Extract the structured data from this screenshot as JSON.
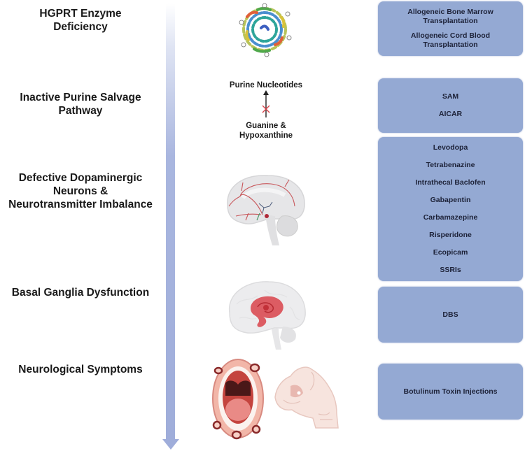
{
  "stages": [
    {
      "label": "HGPRT Enzyme Deficiency",
      "line1": "HGPRT Enzyme",
      "line2": "Deficiency"
    },
    {
      "label": "Inactive Purine Salvage Pathway",
      "line1": "Inactive Purine Salvage",
      "line2": "Pathway"
    },
    {
      "label": "Defective Dopaminergic Neurons & Neurotransmitter Imbalance",
      "line1": "Defective Dopaminergic",
      "line2": "Neurons &",
      "line3": "Neurotransmitter Imbalance"
    },
    {
      "label": "Basal Ganglia Dysfunction",
      "line1": "Basal Ganglia Dysfunction"
    },
    {
      "label": "Neurological Symptoms",
      "line1": "Neurological Symptoms"
    }
  ],
  "pathway": {
    "product": "Purine Nucleotides",
    "substrate_line1": "Guanine &",
    "substrate_line2": "Hypoxanthine",
    "blocked_icon": "x-mark-icon"
  },
  "illustrations": {
    "enzyme": "hgprt-protein-structure-icon",
    "dopamine": "brain-dopaminergic-pathways-icon",
    "basal_ganglia": "brain-basal-ganglia-icon",
    "symptoms": [
      "mouth-self-injury-icon",
      "dystonic-hand-icon"
    ]
  },
  "treatments": [
    {
      "items": [
        "Allogeneic Bone Marrow Transplantation",
        "Allogeneic Cord Blood Transplantation"
      ],
      "lines": [
        [
          "Allogeneic Bone Marrow",
          "Transplantation"
        ],
        [
          "Allogeneic Cord Blood",
          "Transplantation"
        ]
      ]
    },
    {
      "items": [
        "SAM",
        "AICAR"
      ]
    },
    {
      "items": [
        "Levodopa",
        "Tetrabenazine",
        "Intrathecal Baclofen",
        "Gabapentin",
        "Carbamazepine",
        "Risperidone",
        "Ecopicam",
        "SSRIs"
      ]
    },
    {
      "items": [
        "DBS"
      ]
    },
    {
      "items": [
        "Botulinum Toxin Injections"
      ]
    }
  ],
  "colors": {
    "box_fill": "#94a9d3",
    "timeline": "#9fadda",
    "highlight_red": "#d9434a",
    "text": "#1a1a1a"
  }
}
